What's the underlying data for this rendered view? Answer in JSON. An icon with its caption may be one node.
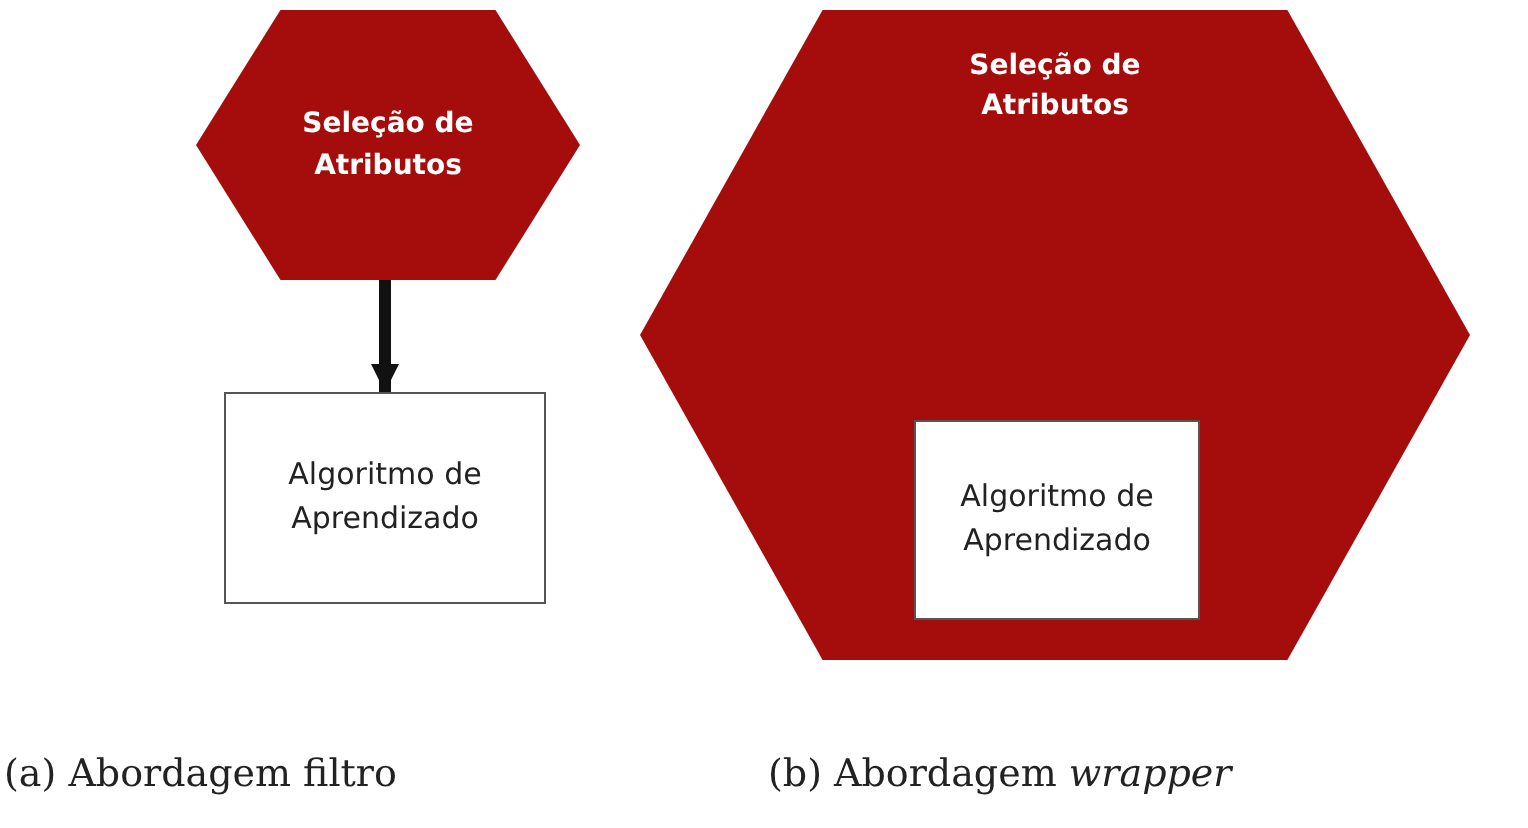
{
  "diagram": {
    "nodes": [
      {
        "text": [
          "Seleção de Atributos"
        ]
      },
      {
        "text": [
          "Algoritmo de Aprendizado"
        ]
      },
      {
        "text": [
          "Seleção de Atributos"
        ]
      },
      {
        "text": [
          "Algoritmo de Aprendizado"
        ],
        "in": 2
      }
    ],
    "edges": [
      {
        "from": 0,
        "to": 1,
        "arrow": "to"
      }
    ],
    "labels": [
      "(a) Abordagem filtro",
      "(b) Abordagem *wrapper*"
    ]
  }
}
